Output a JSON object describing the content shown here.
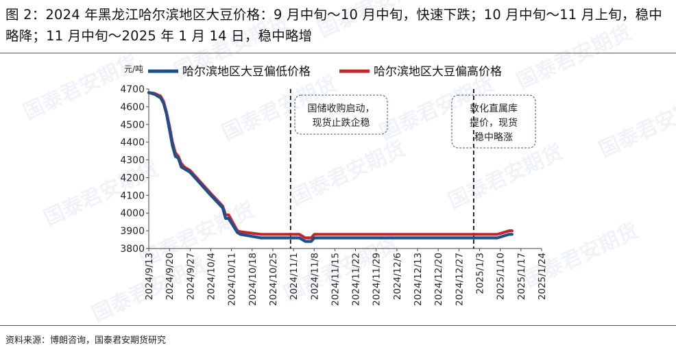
{
  "figure": {
    "title": "图 2：2024 年黑龙江哈尔滨地区大豆价格：9 月中旬～10 月中旬，快速下跌；10 月中旬～11 月上旬，稳中略降；11 月中旬～2025 年 1 月 14 日，稳中略增",
    "source": "资料来源：博朗咨询，国泰君安期货研究",
    "watermark": "国泰君安期货"
  },
  "chart_data": {
    "type": "line",
    "ylabel": "元/吨",
    "ylim": [
      3800,
      4700
    ],
    "yticks": [
      3800,
      3900,
      4000,
      4100,
      4200,
      4300,
      4400,
      4500,
      4600,
      4700
    ],
    "xlim": [
      "2024-09-13",
      "2025-01-24"
    ],
    "xticks": [
      "2024/9/13",
      "2024/9/20",
      "2024/9/27",
      "2024/10/4",
      "2024/10/11",
      "2024/10/18",
      "2024/10/25",
      "2024/11/1",
      "2024/11/8",
      "2024/11/15",
      "2024/11/22",
      "2024/11/29",
      "2024/12/6",
      "2024/12/13",
      "2024/12/20",
      "2024/12/27",
      "2025/1/3",
      "2025/1/10",
      "2025/1/17",
      "2025/1/24"
    ],
    "legend_position": "top",
    "grid": false,
    "series": [
      {
        "name": "哈尔滨地区大豆偏低价格",
        "color": "#1f4e8c",
        "points": [
          [
            "2024-09-13",
            4680
          ],
          [
            "2024-09-15",
            4670
          ],
          [
            "2024-09-17",
            4650
          ],
          [
            "2024-09-18",
            4620
          ],
          [
            "2024-09-19",
            4560
          ],
          [
            "2024-09-20",
            4470
          ],
          [
            "2024-09-21",
            4380
          ],
          [
            "2024-09-22",
            4320
          ],
          [
            "2024-09-23",
            4310
          ],
          [
            "2024-09-24",
            4260
          ],
          [
            "2024-09-25",
            4250
          ],
          [
            "2024-09-27",
            4230
          ],
          [
            "2024-10-04",
            4100
          ],
          [
            "2024-10-08",
            4030
          ],
          [
            "2024-10-09",
            3970
          ],
          [
            "2024-10-10",
            3970
          ],
          [
            "2024-10-13",
            3890
          ],
          [
            "2024-10-14",
            3880
          ],
          [
            "2024-10-21",
            3860
          ],
          [
            "2024-10-31",
            3860
          ],
          [
            "2024-11-03",
            3860
          ],
          [
            "2024-11-04",
            3850
          ],
          [
            "2024-11-05",
            3840
          ],
          [
            "2024-11-06",
            3840
          ],
          [
            "2024-11-07",
            3840
          ],
          [
            "2024-11-08",
            3860
          ],
          [
            "2024-11-12",
            3860
          ],
          [
            "2025-01-09",
            3860
          ],
          [
            "2025-01-11",
            3870
          ],
          [
            "2025-01-13",
            3880
          ],
          [
            "2025-01-14",
            3880
          ]
        ]
      },
      {
        "name": "哈尔滨地区大豆偏高价格",
        "color": "#c0282d",
        "points": [
          [
            "2024-09-13",
            4680
          ],
          [
            "2024-09-15",
            4675
          ],
          [
            "2024-09-17",
            4660
          ],
          [
            "2024-09-18",
            4630
          ],
          [
            "2024-09-19",
            4570
          ],
          [
            "2024-09-20",
            4490
          ],
          [
            "2024-09-21",
            4400
          ],
          [
            "2024-09-22",
            4340
          ],
          [
            "2024-09-23",
            4320
          ],
          [
            "2024-09-24",
            4280
          ],
          [
            "2024-09-25",
            4260
          ],
          [
            "2024-09-27",
            4240
          ],
          [
            "2024-10-04",
            4110
          ],
          [
            "2024-10-08",
            4040
          ],
          [
            "2024-10-09",
            3990
          ],
          [
            "2024-10-10",
            3990
          ],
          [
            "2024-10-13",
            3900
          ],
          [
            "2024-10-14",
            3895
          ],
          [
            "2024-10-21",
            3880
          ],
          [
            "2024-10-31",
            3880
          ],
          [
            "2024-11-03",
            3880
          ],
          [
            "2024-11-04",
            3870
          ],
          [
            "2024-11-05",
            3860
          ],
          [
            "2024-11-06",
            3860
          ],
          [
            "2024-11-07",
            3860
          ],
          [
            "2024-11-08",
            3880
          ],
          [
            "2024-11-12",
            3880
          ],
          [
            "2025-01-09",
            3880
          ],
          [
            "2025-01-11",
            3890
          ],
          [
            "2025-01-13",
            3900
          ],
          [
            "2025-01-14",
            3900
          ]
        ]
      }
    ],
    "vlines": [
      "2024-10-31",
      "2025-01-01"
    ],
    "annotations": [
      {
        "lines": [
          "国储收购启动，",
          "现货止跌企稳"
        ]
      },
      {
        "lines": [
          "敦化直属库",
          "提价，现货",
          "稳中略涨"
        ]
      }
    ]
  }
}
